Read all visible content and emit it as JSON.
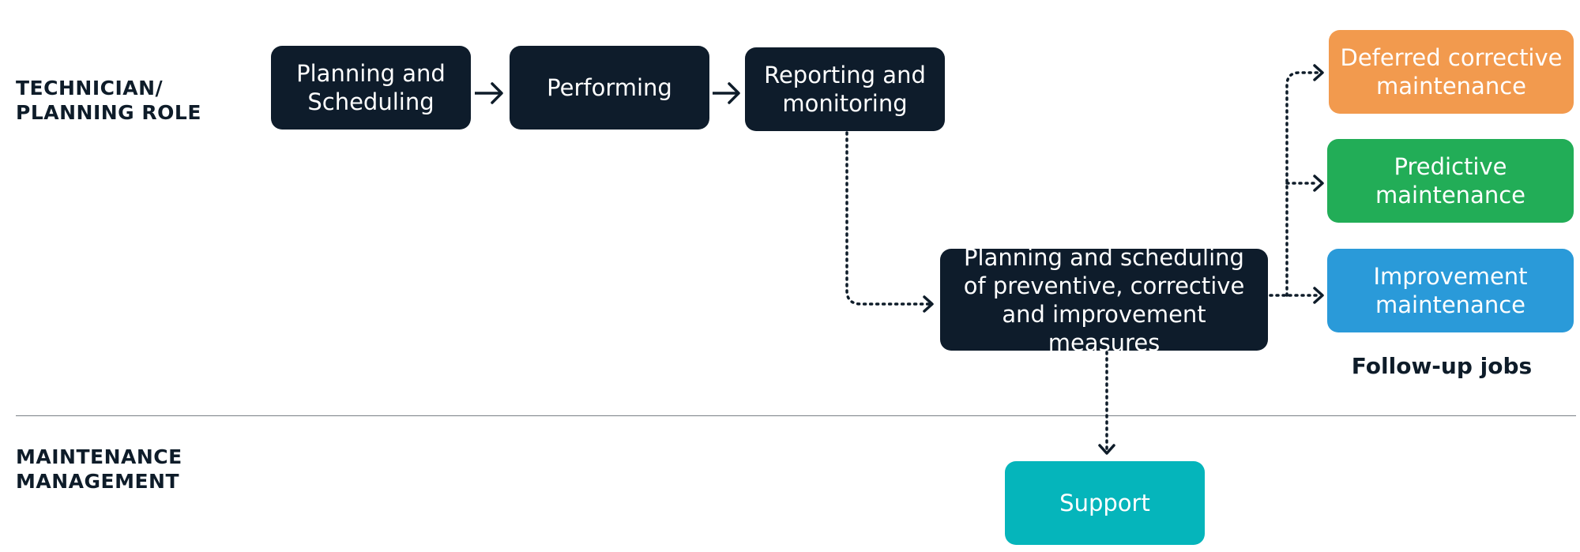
{
  "lanes": {
    "technician": "TECHNICIAN/\nPLANNING ROLE",
    "management": "MAINTENANCE\nMANAGEMENT"
  },
  "boxes": {
    "planning": "Planning and\nScheduling",
    "performing": "Performing",
    "reporting": "Reporting and\nmonitoring",
    "planning_measures": "Planning and scheduling\nof preventive, corrective\nand improvement measures",
    "support": "Support",
    "deferred": "Deferred corrective\nmaintenance",
    "predictive": "Predictive\nmaintenance",
    "improvement": "Improvement\nmaintenance"
  },
  "followup_label": "Follow-up jobs",
  "colors": {
    "dark": "#0e1c2b",
    "support": "#05b5bb",
    "deferred": "#f29a4e",
    "predictive": "#22ad57",
    "improvement": "#2a9ad9"
  }
}
